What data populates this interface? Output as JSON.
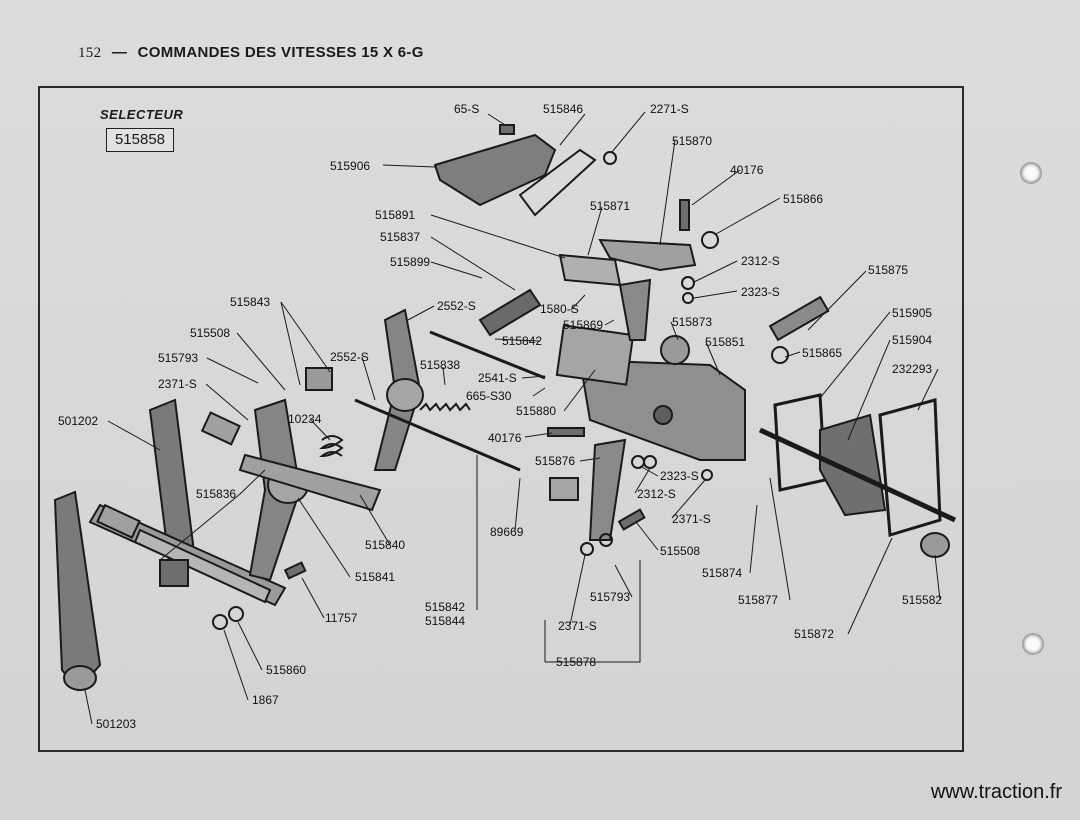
{
  "header": {
    "page_number": "152",
    "separator": "—",
    "title": "COMMANDES DES VITESSES 15 X 6-G"
  },
  "assembly": {
    "title": "SELECTEUR",
    "number": "515858"
  },
  "labels": [
    "65-S",
    "515846",
    "2271-S",
    "515870",
    "40176",
    "515866",
    "515906",
    "515871",
    "515891",
    "515837",
    "515899",
    "2312-S",
    "2323-S",
    "515875",
    "1580-S",
    "515869",
    "2552-S",
    "515842",
    "515873",
    "515851",
    "515905",
    "515904",
    "232293",
    "515843",
    "515508",
    "515793",
    "2371-S",
    "501202",
    "2552-S",
    "515838",
    "2541-S",
    "665-S30",
    "515880",
    "515865",
    "10234",
    "40176",
    "515876",
    "2323-S",
    "2312-S",
    "2371-S",
    "515836",
    "515840",
    "89669",
    "515508",
    "515874",
    "515877",
    "515582",
    "515841",
    "11757",
    "515842",
    "515844",
    "515793",
    "2371-S",
    "515878",
    "515872",
    "515860",
    "1867",
    "501203"
  ],
  "footer": {
    "site": "www.traction.fr"
  }
}
